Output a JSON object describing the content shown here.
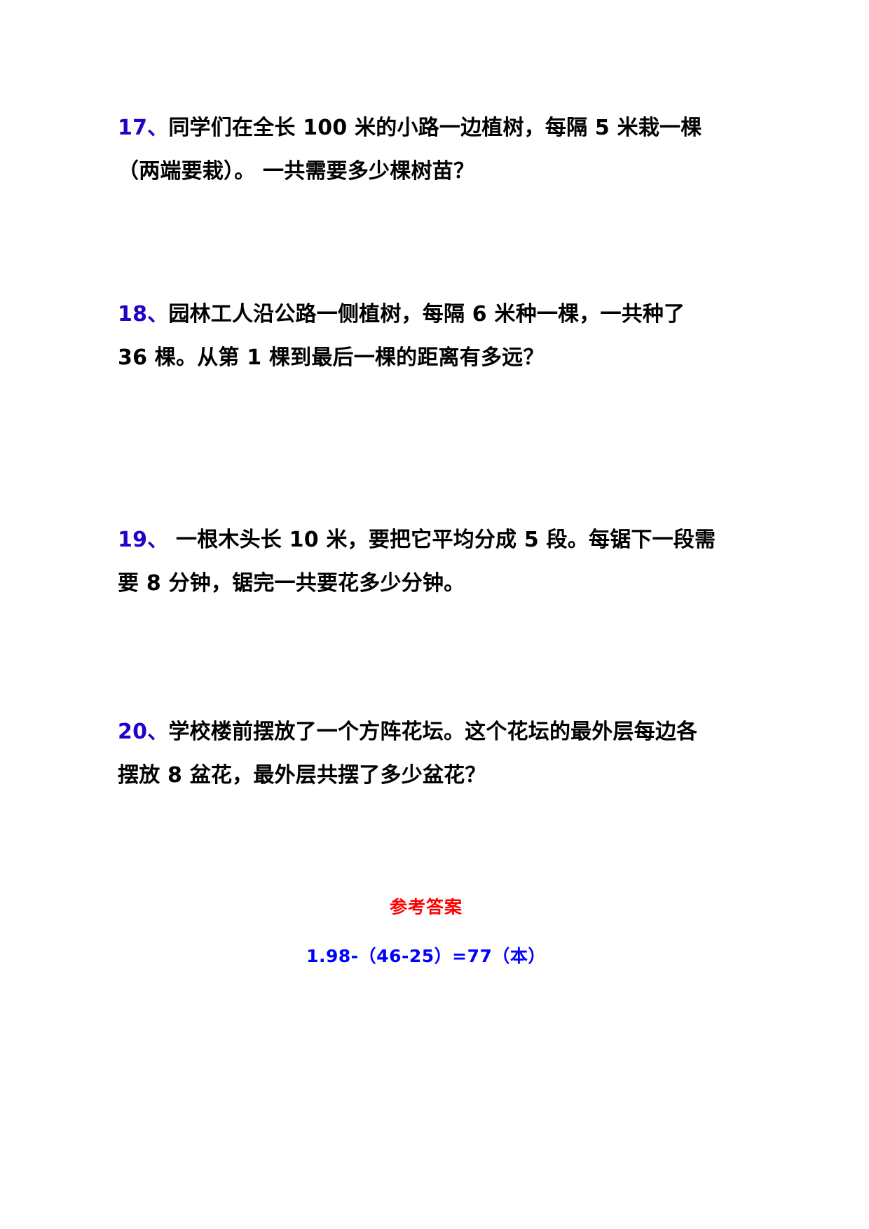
{
  "document": {
    "type": "math-worksheet",
    "language": "zh-CN",
    "colors": {
      "question_number": "#2400c8",
      "question_text": "#000000",
      "answer_heading": "#ff0000",
      "answer_text": "#0000ff",
      "page_background": "#ffffff"
    }
  },
  "problems": [
    {
      "number": "17、",
      "lines": [
        "同学们在全长 100 米的小路一边植树，每隔 5 米栽一棵",
        "（两端要栽）。 一共需要多少棵树苗？"
      ]
    },
    {
      "number": "18、",
      "lines": [
        "园林工人沿公路一侧植树，每隔 6 米种一棵，一共种了",
        "36 棵。从第 1 棵到最后一棵的距离有多远？"
      ]
    },
    {
      "number": "19、",
      "lines": [
        " 一根木头长 10 米，要把它平均分成 5 段。每锯下一段需",
        "要 8 分钟，锯完一共要花多少分钟。"
      ]
    },
    {
      "number": "20、",
      "lines": [
        "学校楼前摆放了一个方阵花坛。这个花坛的最外层每边各",
        "摆放 8 盆花，最外层共摆了多少盆花？"
      ]
    }
  ],
  "answer_section": {
    "heading": "参考答案",
    "lines": [
      "1.98-（46-25）=77（本）"
    ]
  }
}
